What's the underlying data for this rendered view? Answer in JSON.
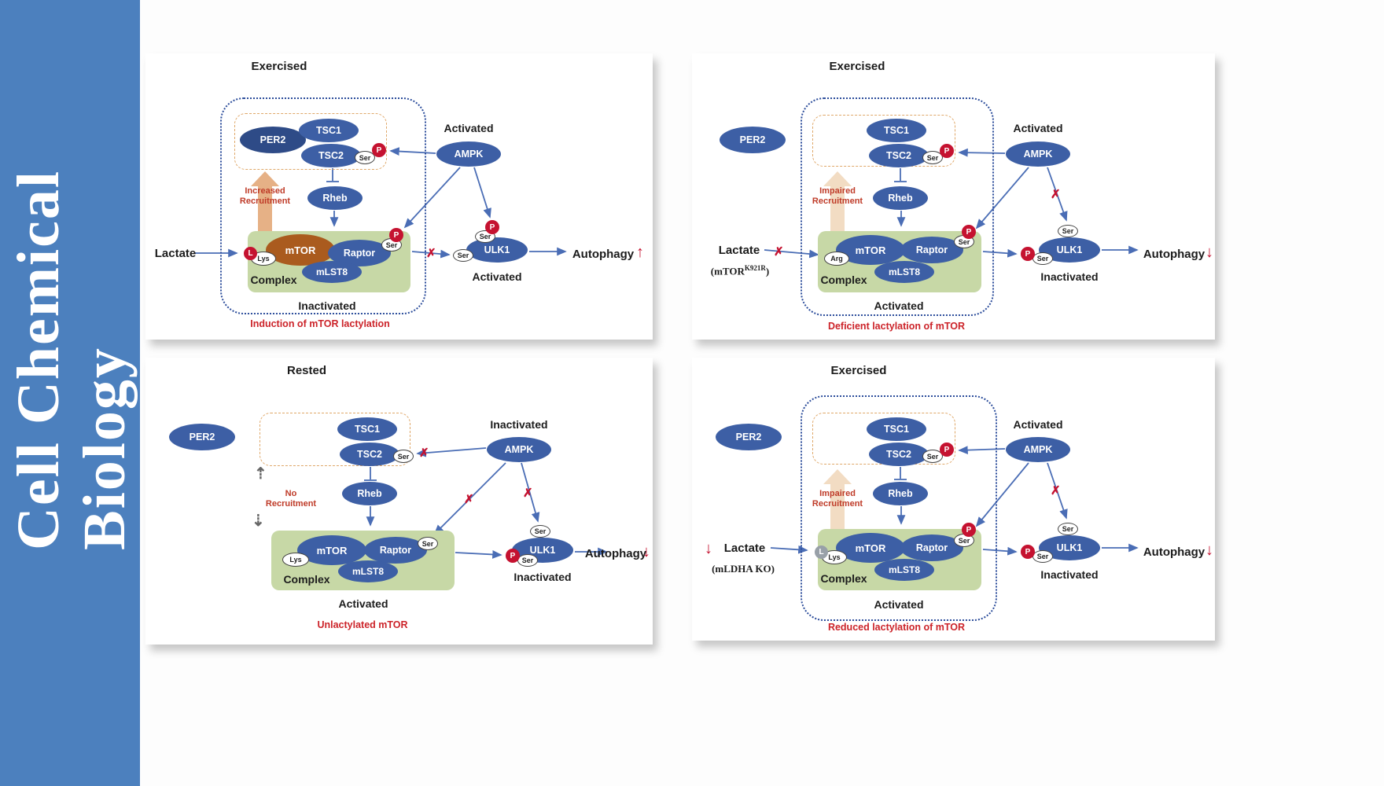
{
  "journal": {
    "line1": "Cell Chemical",
    "line2": "Biology"
  },
  "labels": {
    "per2": "PER2",
    "tsc1": "TSC1",
    "tsc2": "TSC2",
    "ser": "Ser",
    "p": "P",
    "l": "L",
    "lys": "Lys",
    "arg": "Arg",
    "ampk": "AMPK",
    "rheb": "Rheb",
    "mtor": "mTOR",
    "raptor": "Raptor",
    "mlst8": "mLST8",
    "complex": "Complex",
    "ulk1": "ULK1",
    "lactate": "Lactate",
    "autophagy": "Autophagy",
    "x": "✗",
    "dash_up": "⇡",
    "dash_down": "⇣"
  },
  "colors": {
    "sidebar_blue": "#4c80be",
    "node_blue": "#3d5fa5",
    "per2_navy": "#2e4b87",
    "mtor_brown": "#aa5b1e",
    "complex_green": "#c7d8a6",
    "phospho_red": "#c51230",
    "arrow_blue": "#4a6db5",
    "caption_red": "#cc2329",
    "recruit_tan": "#e6b186"
  },
  "panels": {
    "p1": {
      "condition": "Exercised",
      "ampk_state": "Activated",
      "recr1": "Increased",
      "recr2": "Recruitment",
      "complex_state": "Inactivated",
      "ulk1_state": "Activated",
      "autophagy_dir": "↑",
      "caption": "Induction of mTOR lactylation"
    },
    "p2": {
      "condition": "Exercised",
      "ampk_state": "Activated",
      "recr1": "Impaired",
      "recr2": "Recruitment",
      "complex_state": "Activated",
      "ulk1_state": "Inactivated",
      "autophagy_dir": "↓",
      "caption": "Deficient lactylation of mTOR",
      "note_pre": "(mTOR",
      "note_sup": "K921R",
      "note_post": ")"
    },
    "p3": {
      "condition": "Rested",
      "ampk_state": "Inactivated",
      "recr1": "No",
      "recr2": "Recruitment",
      "complex_state": "Activated",
      "ulk1_state": "Inactivated",
      "autophagy_dir": "↓",
      "caption": "Unlactylated mTOR"
    },
    "p4": {
      "condition": "Exercised",
      "ampk_state": "Activated",
      "recr1": "Impaired",
      "recr2": "Recruitment",
      "complex_state": "Activated",
      "ulk1_state": "Inactivated",
      "autophagy_dir": "↓",
      "caption": "Reduced lactylation of mTOR",
      "note": "(mLDHA KO)",
      "lactate_dir": "↓"
    }
  }
}
